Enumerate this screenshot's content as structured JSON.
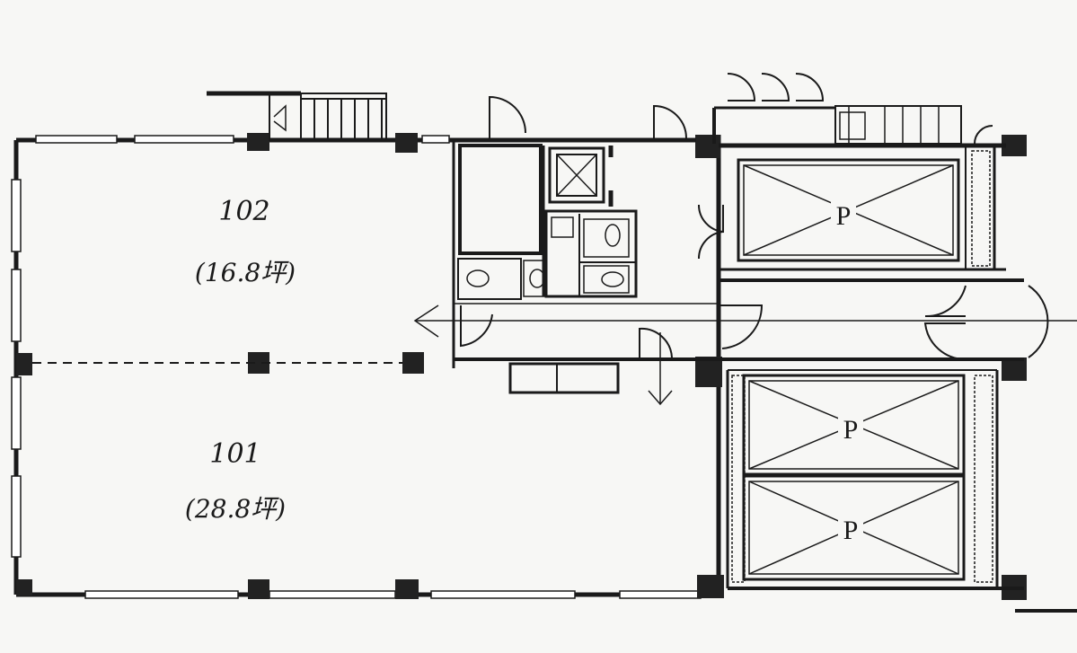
{
  "rooms": [
    {
      "id": "102",
      "number": "102",
      "area": "(16.8坪)"
    },
    {
      "id": "101",
      "number": "101",
      "area": "(28.8坪)"
    }
  ],
  "parking": [
    {
      "label": "P"
    },
    {
      "label": "P"
    },
    {
      "label": "P"
    }
  ],
  "colors": {
    "line": "#1a1a1a",
    "paper": "#f7f7f5",
    "pillar": "#222222"
  }
}
